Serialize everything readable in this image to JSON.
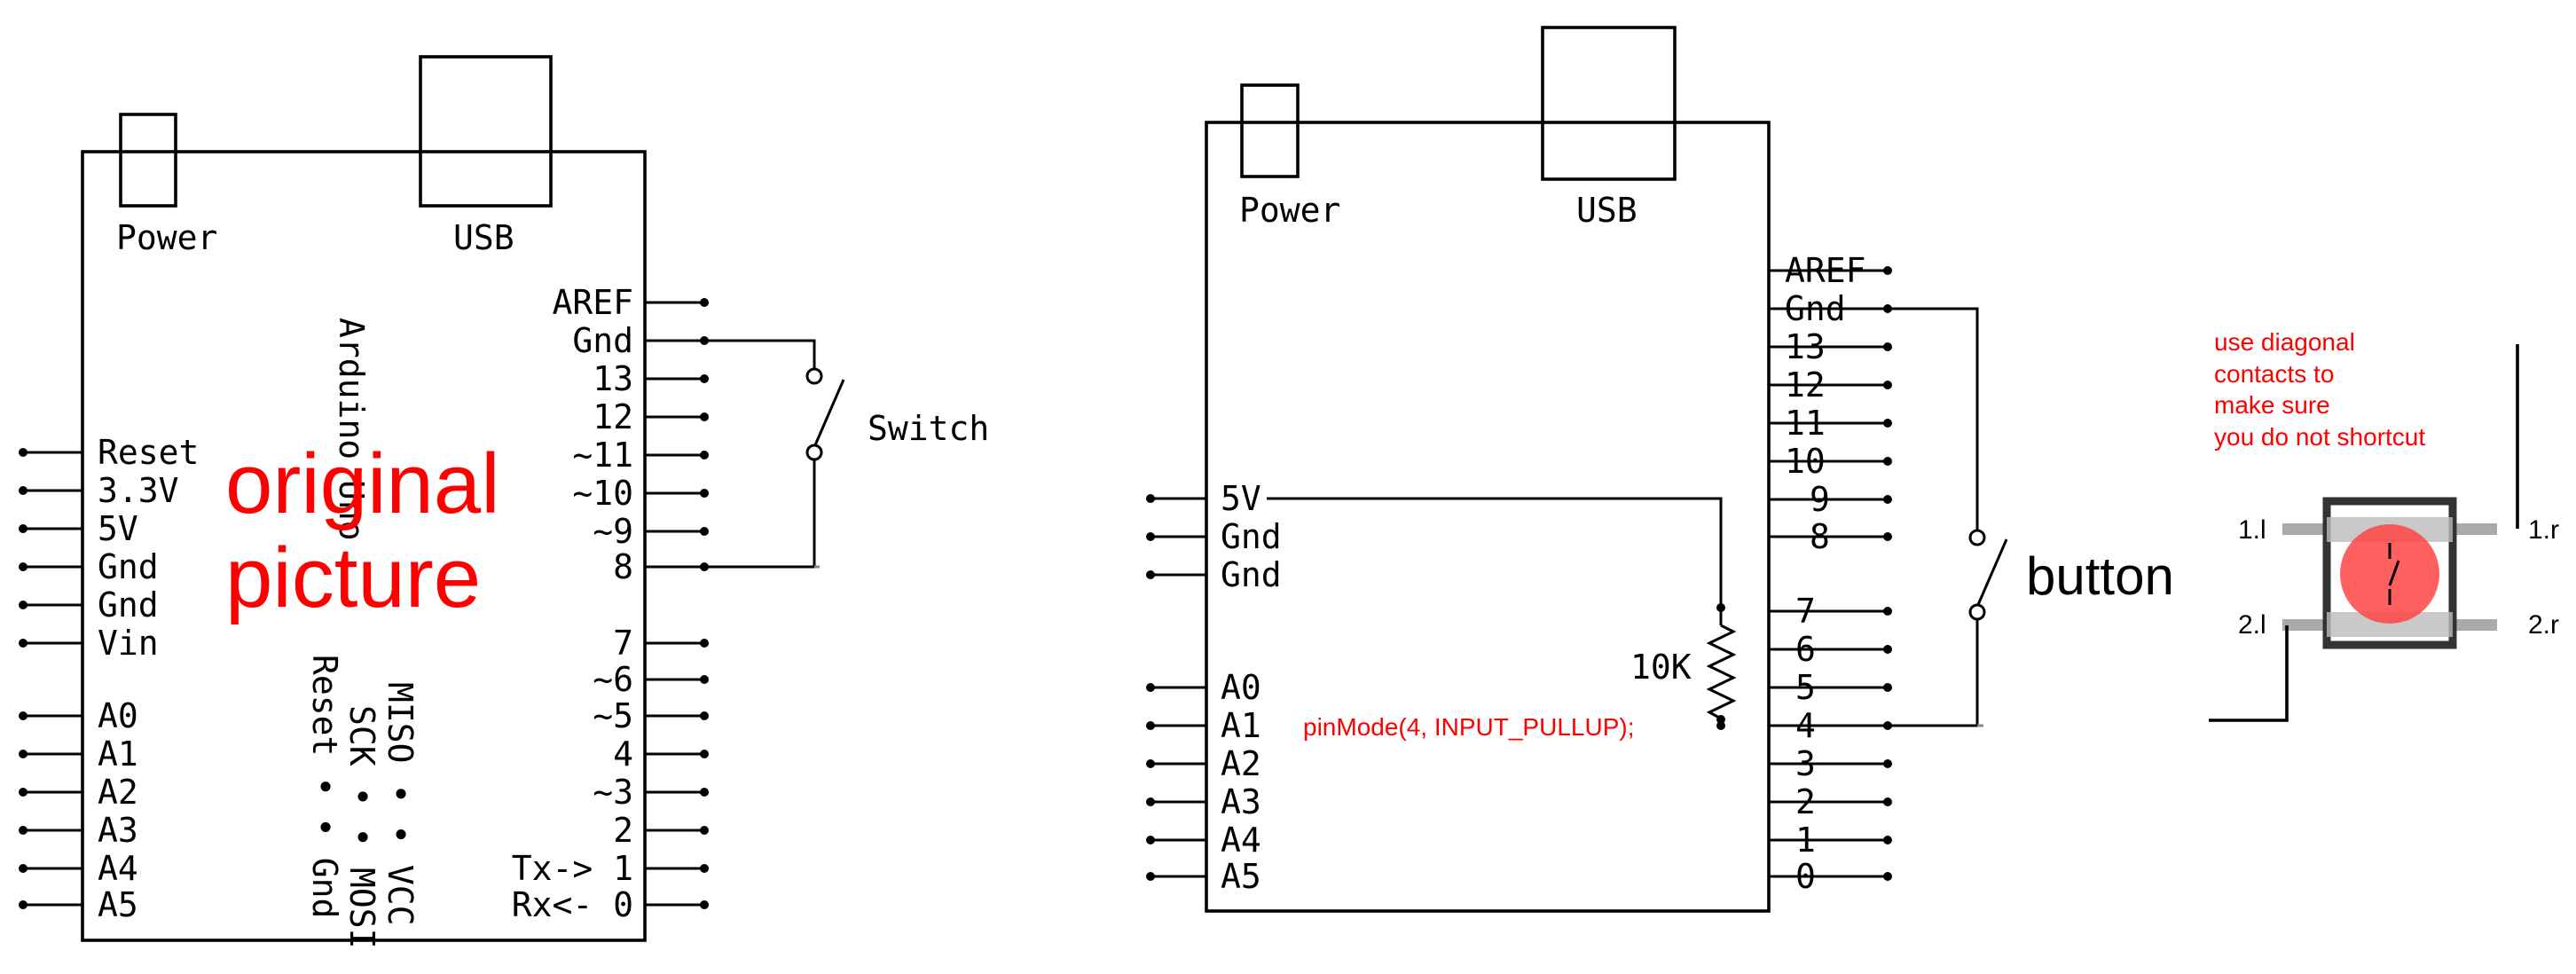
{
  "left_board": {
    "power_label": "Power",
    "usb_label": "USB",
    "board_name": "Arduino Uno",
    "left_pins": [
      "Reset",
      "3.3V",
      "5V",
      "Gnd",
      "Gnd",
      "Vin",
      "A0",
      "A1",
      "A2",
      "A3",
      "A4",
      "A5"
    ],
    "right_pins": [
      "AREF",
      "Gnd",
      "13",
      "12",
      "~11",
      "~10",
      "~9",
      "8",
      "7",
      "~6",
      "~5",
      "4",
      "~3",
      "2",
      "Tx-> 1",
      "Rx<- 0"
    ],
    "icsp_col1": "Reset • • Gnd",
    "icsp_col2": "SCK • • MOSI",
    "icsp_col3": "MISO • • VCC",
    "switch_label": "Switch",
    "overlay_line1": "original",
    "overlay_line2": "picture"
  },
  "right_board": {
    "power_label": "Power",
    "usb_label": "USB",
    "left_pins": [
      "5V",
      "Gnd",
      "Gnd",
      "A0",
      "A1",
      "A2",
      "A3",
      "A4",
      "A5"
    ],
    "right_pins": [
      "AREF",
      "Gnd",
      "13",
      "12",
      "11",
      "10",
      "9",
      "8",
      "7",
      "6",
      "5",
      "4",
      "3",
      "2",
      "1",
      "0"
    ],
    "resistor_label": "10K",
    "code_text": "pinMode(4, INPUT_PULLUP);",
    "button_label": "button"
  },
  "pushbutton": {
    "note_lines": [
      "use diagonal",
      "contacts to",
      "make sure",
      "you do not shortcut"
    ],
    "pin_1l": "1.l",
    "pin_1r": "1.r",
    "pin_2l": "2.l",
    "pin_2r": "2.r",
    "highlight_color": "#ff4444"
  }
}
